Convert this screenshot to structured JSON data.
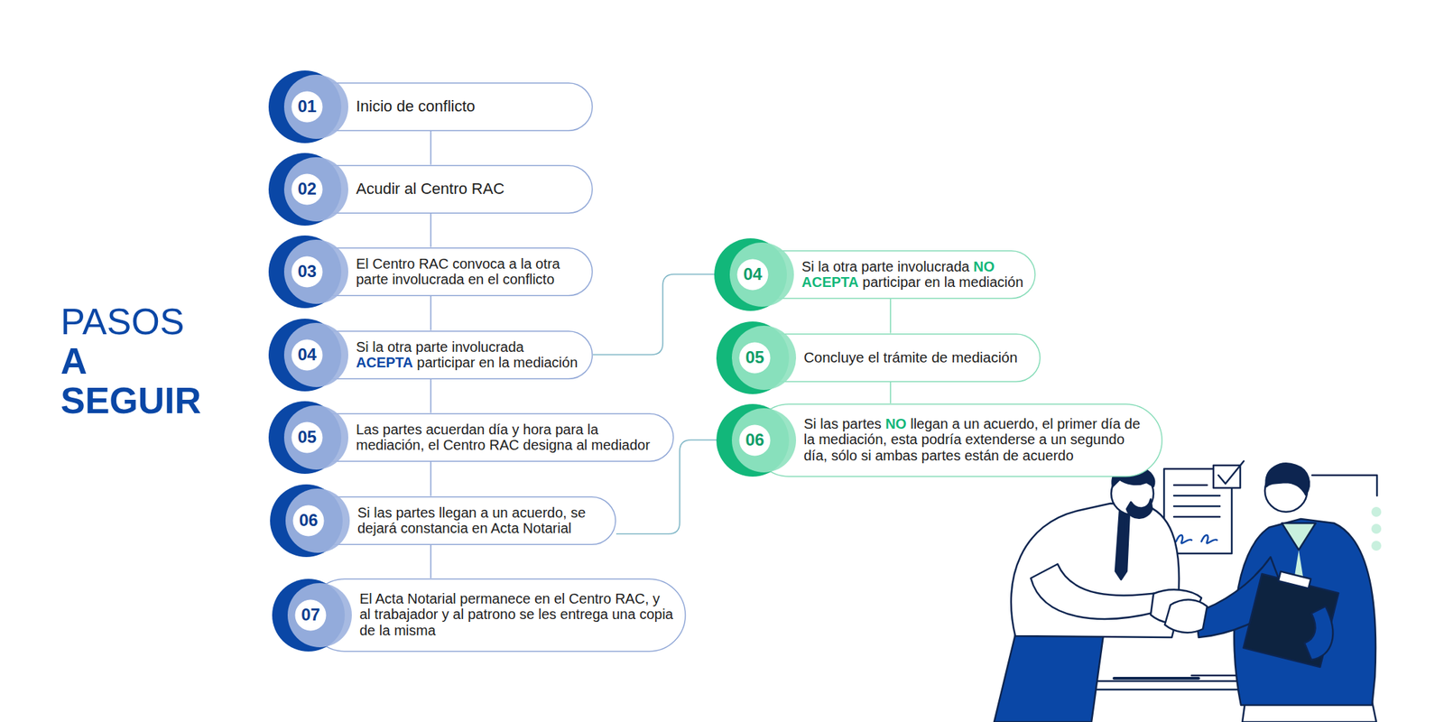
{
  "diagram": {
    "title": "PASOS A SEGUIR",
    "nodes": [
      {
        "text": [
          "01",
          "Inicio de conflicto"
        ]
      },
      {
        "text": [
          "02",
          "Acudir al Centro RAC"
        ]
      },
      {
        "text": [
          "03",
          "El Centro RAC convoca a la otra parte involucrada en el conflicto"
        ]
      },
      {
        "text": [
          "04",
          "Si la otra parte involucrada ACEPTA participar en la mediación"
        ]
      },
      {
        "text": [
          "05",
          "Las partes acuerdan día y hora para la mediación, el Centro RAC designa al mediador"
        ]
      },
      {
        "text": [
          "06",
          "Si las partes llegan a un acuerdo, se dejará constancia en Acta Notarial"
        ]
      },
      {
        "text": [
          "07",
          "El Acta Notarial permanece en el Centro RAC, y al trabajador y al patrono se les entrega una copia de la misma"
        ]
      },
      {
        "text": [
          "04",
          "Si la otra parte involucrada NO ACEPTA participar en la mediación"
        ]
      },
      {
        "text": [
          "05",
          "Concluye el trámite de mediación"
        ]
      },
      {
        "text": [
          "06",
          "Si las partes NO llegan a un acuerdo, el primer día de la mediación, esta podría extenderse a un segundo día, sólo si ambas partes están de acuerdo"
        ]
      }
    ],
    "edges": [
      {
        "from": 0,
        "to": 1,
        "arrow": "none"
      },
      {
        "from": 1,
        "to": 2,
        "arrow": "none"
      },
      {
        "from": 2,
        "to": 3,
        "arrow": "none"
      },
      {
        "from": 3,
        "to": 4,
        "arrow": "none"
      },
      {
        "from": 4,
        "to": 5,
        "arrow": "none"
      },
      {
        "from": 5,
        "to": 6,
        "arrow": "none"
      },
      {
        "from": 3,
        "to": 7,
        "arrow": "none"
      },
      {
        "from": 7,
        "to": 8,
        "arrow": "none"
      },
      {
        "from": 8,
        "to": 9,
        "arrow": "none"
      },
      {
        "from": 5,
        "to": 9,
        "arrow": "none"
      }
    ]
  }
}
